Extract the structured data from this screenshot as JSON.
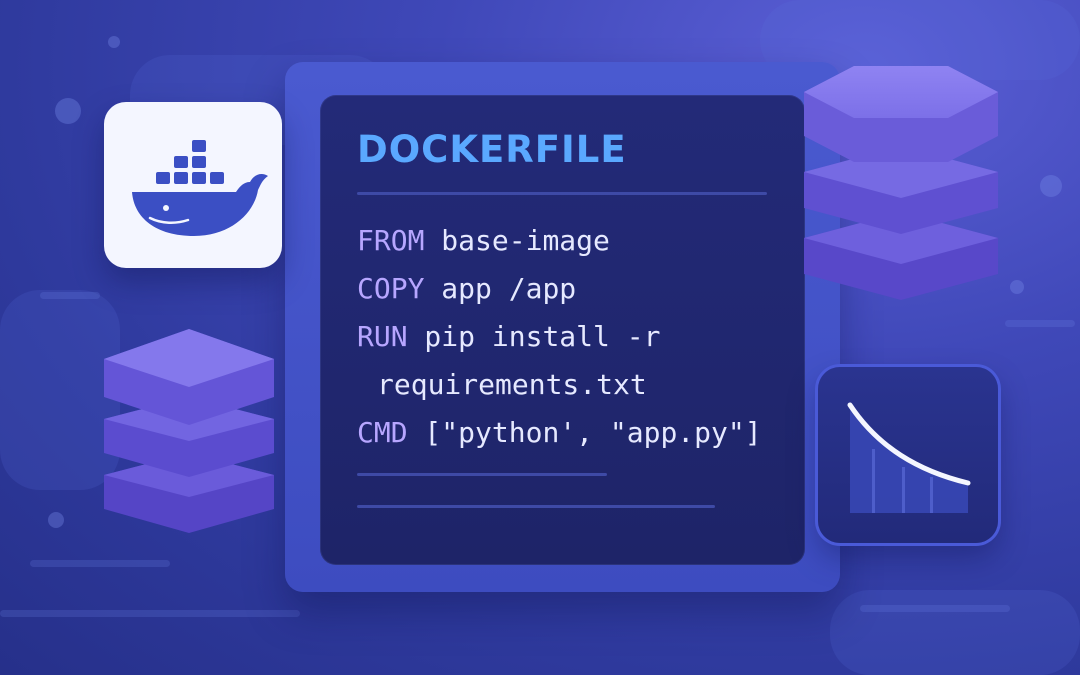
{
  "code_card": {
    "title": "DOCKERFILE",
    "lines": [
      {
        "keyword": "FROM",
        "rest": " base-image"
      },
      {
        "keyword": "COPY",
        "rest": " app /app"
      },
      {
        "keyword": "RUN",
        "rest": " pip install -r"
      },
      {
        "keyword": "",
        "rest": "requirements.txt"
      },
      {
        "keyword": "CMD",
        "rest": " [\"python', \"app.py\"]"
      }
    ]
  },
  "icons": {
    "docker": "docker-whale-icon",
    "layer_stacks": "layer-stack-icon",
    "chart": "decay-curve-chart-icon"
  },
  "colors": {
    "background": "#2f3a9e",
    "title": "#5aa8ff",
    "keyword": "#b7a6ff",
    "code_text": "#e6e9ff",
    "docker_blue": "#3b4fc4",
    "stack_purple": "#7b6ee8"
  }
}
